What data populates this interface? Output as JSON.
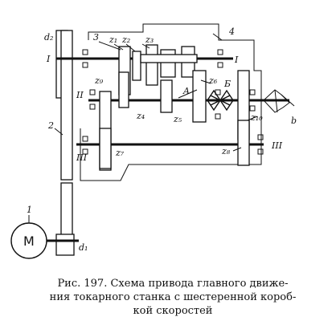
{
  "labels": {
    "d2": "d₂",
    "d1": "d₁",
    "shaft_I_left": "I",
    "shaft_I_right": "I",
    "shaft_II": "II",
    "shaft_III_left": "III",
    "shaft_III_right": "III",
    "n1": "1",
    "n2": "2",
    "n3": "3",
    "n4": "4",
    "z1": "z₁",
    "z2": "z₂",
    "z3": "z₃",
    "z4": "z₄",
    "z5": "z₅",
    "z6": "z₆",
    "z7": "z₇",
    "z8": "z₈",
    "z9": "z₉",
    "z10": "z₁₀",
    "A": "A",
    "B": "Б",
    "b": "b",
    "motor": "M"
  },
  "caption": {
    "line1": "Рис. 197. Схема привода главного движе-",
    "line2": "ния токарного станка с шестеренной короб-",
    "line3": "кой скоростей"
  }
}
